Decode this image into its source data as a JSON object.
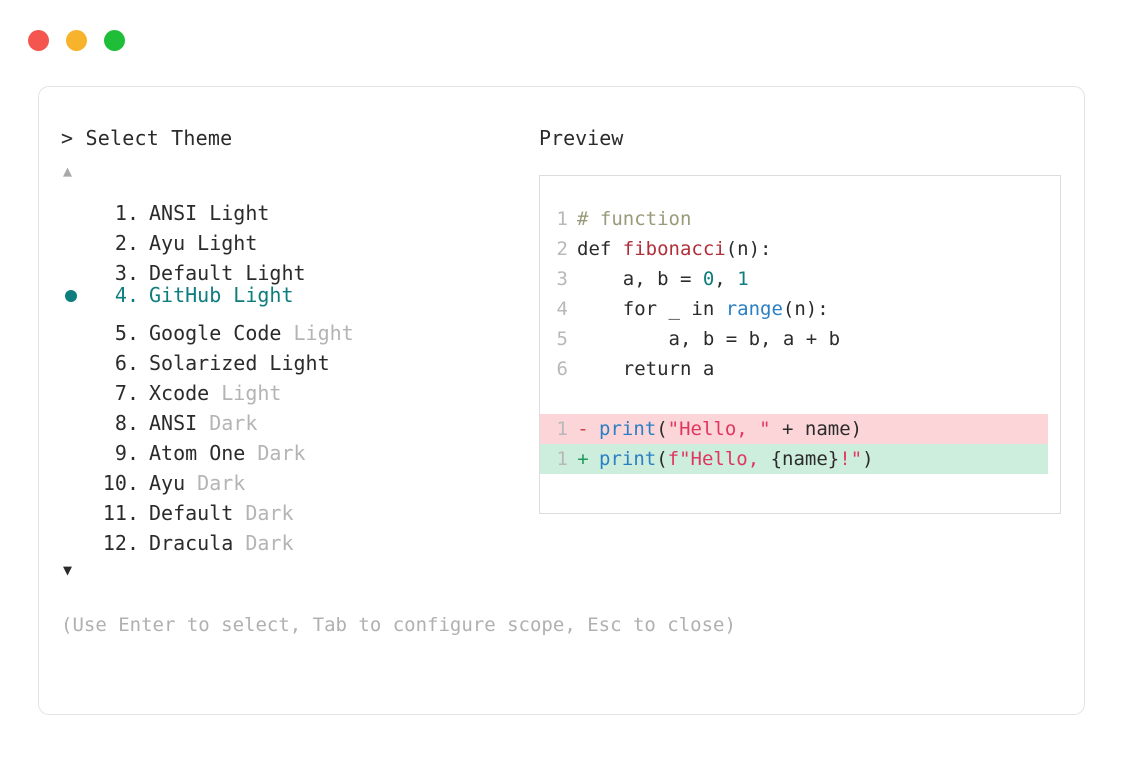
{
  "window": {
    "dots": [
      {
        "name": "close",
        "color": "#f4564f"
      },
      {
        "name": "minimize",
        "color": "#f7b32b"
      },
      {
        "name": "maximize",
        "color": "#1fbe39"
      }
    ]
  },
  "picker": {
    "prompt_caret": ">",
    "prompt_label": "Select Theme",
    "scroll_up_icon": "▲",
    "scroll_down_icon": "▼",
    "selected_index": 4,
    "accent_color": "#0d7d7d",
    "items": [
      {
        "index": "1.",
        "main": "ANSI Light",
        "suffix": "",
        "selected": false
      },
      {
        "index": "2.",
        "main": "Ayu Light",
        "suffix": "",
        "selected": false
      },
      {
        "index": "3.",
        "main": "Default Light",
        "suffix": "",
        "selected": false
      },
      {
        "index": "4.",
        "main": "GitHub Light",
        "suffix": "",
        "selected": true
      },
      {
        "index": "5.",
        "main": "Google Code",
        "suffix": " Light",
        "selected": false
      },
      {
        "index": "6.",
        "main": "Solarized Light",
        "suffix": "",
        "selected": false
      },
      {
        "index": "7.",
        "main": "Xcode",
        "suffix": " Light",
        "selected": false
      },
      {
        "index": "8.",
        "main": "ANSI",
        "suffix": " Dark",
        "selected": false
      },
      {
        "index": "9.",
        "main": "Atom One",
        "suffix": " Dark",
        "selected": false
      },
      {
        "index": "10.",
        "main": "Ayu",
        "suffix": " Dark",
        "selected": false
      },
      {
        "index": "11.",
        "main": "Default",
        "suffix": " Dark",
        "selected": false
      },
      {
        "index": "12.",
        "main": "Dracula",
        "suffix": " Dark",
        "selected": false
      }
    ],
    "footer_hint": "(Use Enter to select, Tab to configure scope, Esc to close)"
  },
  "preview": {
    "title": "Preview",
    "code_lines": [
      {
        "number": "1",
        "tokens": [
          {
            "t": "# function",
            "c": "comment"
          }
        ]
      },
      {
        "number": "2",
        "tokens": [
          {
            "t": "def ",
            "c": "plain"
          },
          {
            "t": "fibonacci",
            "c": "func"
          },
          {
            "t": "(n):",
            "c": "plain"
          }
        ]
      },
      {
        "number": "3",
        "tokens": [
          {
            "t": "    a, b = ",
            "c": "plain"
          },
          {
            "t": "0",
            "c": "num"
          },
          {
            "t": ", ",
            "c": "plain"
          },
          {
            "t": "1",
            "c": "num"
          }
        ]
      },
      {
        "number": "4",
        "tokens": [
          {
            "t": "    for _ in ",
            "c": "plain"
          },
          {
            "t": "range",
            "c": "builtin"
          },
          {
            "t": "(n):",
            "c": "plain"
          }
        ]
      },
      {
        "number": "5",
        "tokens": [
          {
            "t": "        a, b = b, a + b",
            "c": "plain"
          }
        ]
      },
      {
        "number": "6",
        "tokens": [
          {
            "t": "    return a",
            "c": "plain"
          }
        ]
      }
    ],
    "diff_lines": [
      {
        "number": "1",
        "kind": "del",
        "marker": "-",
        "tokens": [
          {
            "t": "print",
            "c": "builtin"
          },
          {
            "t": "(",
            "c": "plain"
          },
          {
            "t": "\"Hello, \"",
            "c": "str"
          },
          {
            "t": " + name)",
            "c": "plain"
          }
        ]
      },
      {
        "number": "1",
        "kind": "add",
        "marker": "+",
        "tokens": [
          {
            "t": "print",
            "c": "builtin"
          },
          {
            "t": "(",
            "c": "plain"
          },
          {
            "t": "f\"Hello, ",
            "c": "str"
          },
          {
            "t": "{name}",
            "c": "plain"
          },
          {
            "t": "!\"",
            "c": "str"
          },
          {
            "t": ")",
            "c": "plain"
          }
        ]
      }
    ],
    "colors": {
      "comment": "#9a9a7a",
      "function": "#b0303a",
      "number": "#0d7d7d",
      "builtin": "#2a7fc4",
      "string": "#e03660",
      "diff_del_bg": "#fbd5d8",
      "diff_add_bg": "#cdeddd"
    }
  }
}
